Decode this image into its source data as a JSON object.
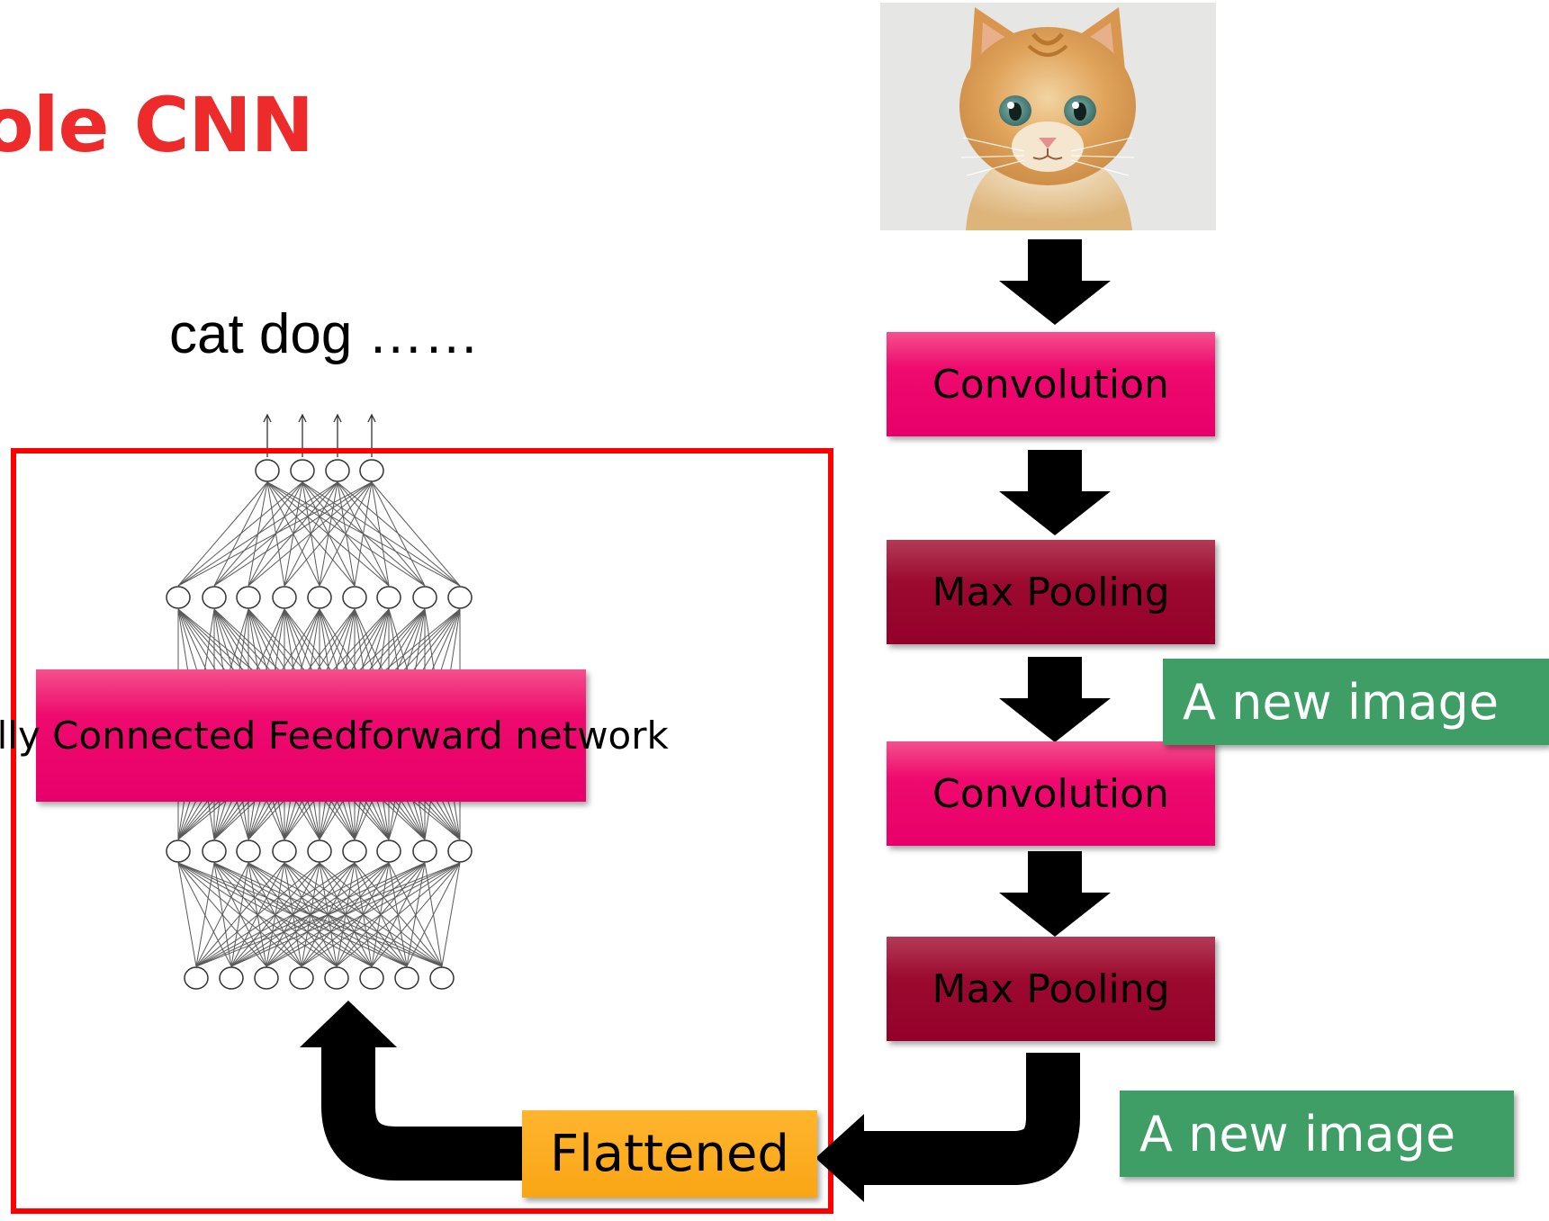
{
  "slide": {
    "title": "ole CNN",
    "output_classes": "cat dog ……",
    "fc_network_label": "Fully Connected\nFeedforward network",
    "pipeline": [
      {
        "label": "Convolution",
        "kind": "convolution"
      },
      {
        "label": "Max Pooling",
        "kind": "pooling"
      },
      {
        "label": "Convolution",
        "kind": "convolution"
      },
      {
        "label": "Max Pooling",
        "kind": "pooling"
      }
    ],
    "new_image_labels": [
      "A new image",
      "A new image"
    ],
    "flattened_label": "Flattened",
    "input_image": "kitten-photo"
  },
  "colors": {
    "title": "#ee2b2b",
    "frame": "#ff0000",
    "convolution": "#ee0a6e",
    "pooling": "#94002a",
    "new_image": "#3f9e66",
    "flattened": "#f9a515",
    "arrow": "#000000"
  }
}
